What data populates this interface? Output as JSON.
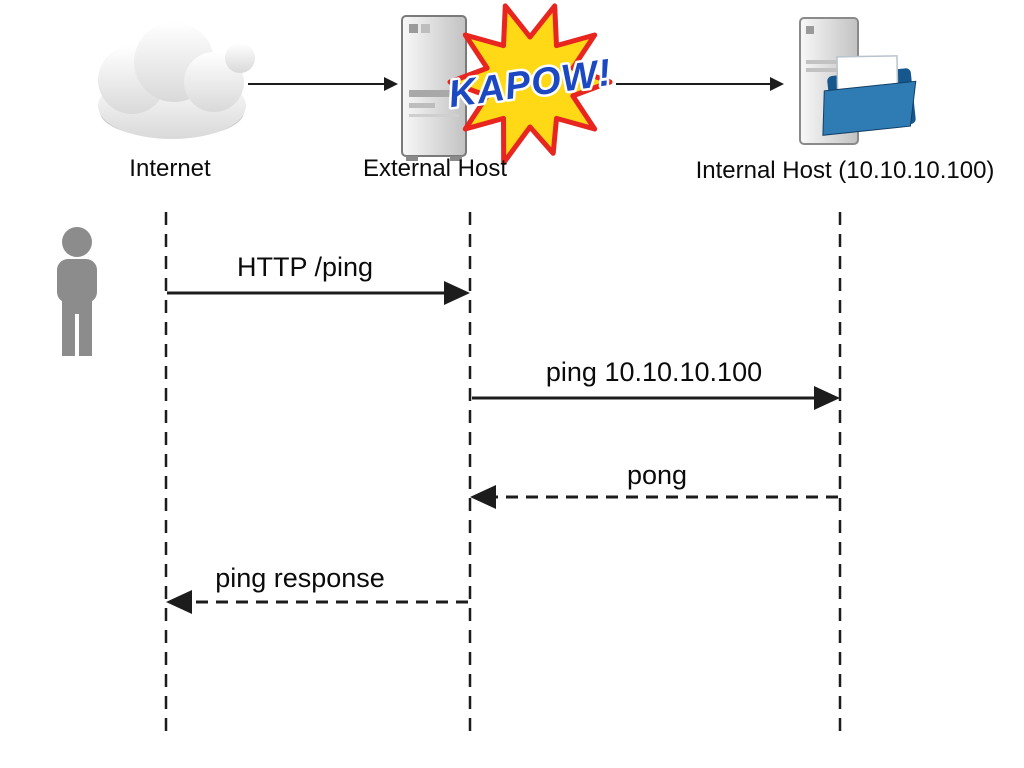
{
  "diagram": {
    "type": "sequence",
    "burst": {
      "text": "KAPOW!"
    },
    "actors": [
      {
        "label": "Internet",
        "icon": "cloud-icon"
      },
      {
        "label": "External Host",
        "icon": "server-tower-icon"
      },
      {
        "label": "Internal Host (10.10.10.100)",
        "icon": "server-folder-icon"
      }
    ],
    "attacker_icon": "person-icon",
    "messages": [
      {
        "label": "HTTP /ping",
        "from": "Internet",
        "to": "External Host",
        "line": "solid"
      },
      {
        "label": "ping 10.10.10.100",
        "from": "External Host",
        "to": "Internal Host (10.10.10.100)",
        "line": "solid"
      },
      {
        "label": "pong",
        "from": "Internal Host (10.10.10.100)",
        "to": "External Host",
        "line": "dashed"
      },
      {
        "label": "ping response",
        "from": "External Host",
        "to": "Internet",
        "line": "dashed"
      }
    ],
    "colors": {
      "line": "#1c1c1c",
      "burst_fill": "#ffd916",
      "burst_outline": "#e8251f",
      "burst_text": "#1c49c2",
      "person": "#8c8c8c"
    }
  }
}
